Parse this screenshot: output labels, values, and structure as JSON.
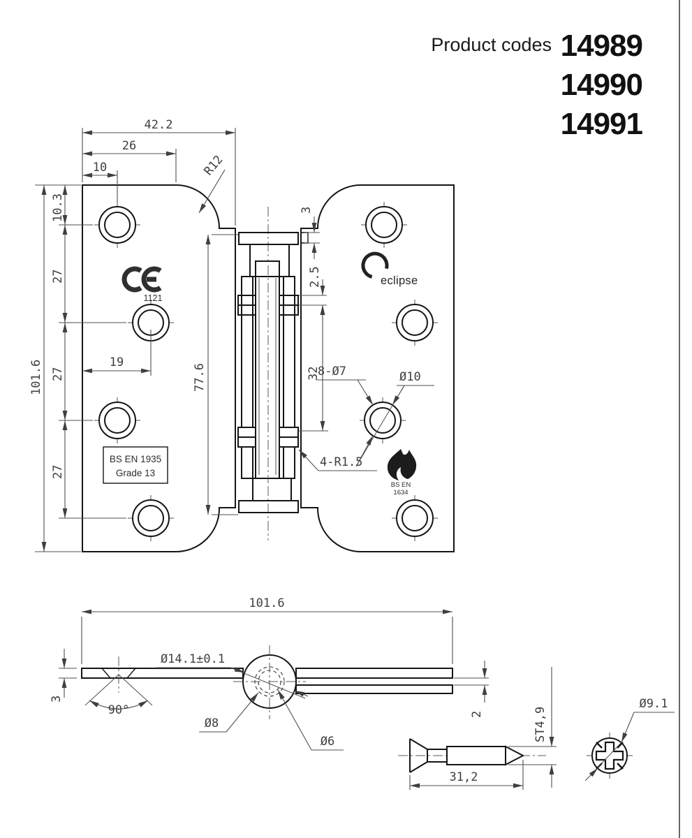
{
  "header": {
    "label": "Product codes",
    "codes": [
      "14989",
      "14990",
      "14991"
    ]
  },
  "front": {
    "dim_width": "42.2",
    "dim_hole_col2": "26",
    "dim_hole_col1": "10",
    "dim_corner_radius": "R12",
    "dim_top_offset": "10.3",
    "dim_hole_pitch": "27",
    "dim_height": "101.6",
    "dim_hole_inset": "19",
    "dim_knuckle_len": "77.6",
    "dim_step": "3",
    "dim_washer": "2.5",
    "dim_mid_len": "32",
    "dim_holes": "8-Ø7",
    "dim_countersink": "Ø10",
    "dim_fillet": "4-R1.5",
    "ce_number": "1121",
    "brand": "eclipse",
    "cert_box": {
      "line1": "BS EN 1935",
      "line2": "Grade 13"
    },
    "fire_cert": {
      "line1": "BS EN",
      "line2": "1634"
    }
  },
  "side": {
    "dim_width": "101.6",
    "dim_leaf_thickness": "3",
    "dim_csk_angle": "90°",
    "dim_knuckle_dia": "Ø14.1±0.1",
    "dim_pin_dia": "Ø8",
    "dim_hole_dia": "Ø6",
    "dim_leaf2_thickness": "2"
  },
  "screw": {
    "dim_length": "31,2",
    "dim_thread": "ST4,9",
    "dim_head_dia": "Ø9.1"
  }
}
